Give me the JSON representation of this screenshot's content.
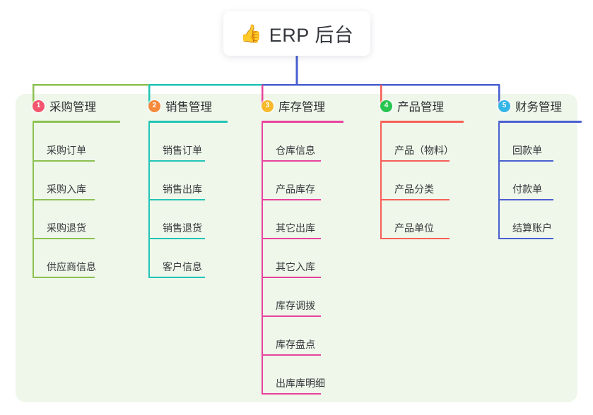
{
  "root": {
    "icon": "thumbs-up-icon",
    "icon_glyph": "👍",
    "title": "ERP 后台"
  },
  "panel": {
    "background_color": "#eef7ea"
  },
  "columns": [
    {
      "index": "1",
      "title": "采购管理",
      "color": "#8cc152",
      "badge_color": "#f5546e",
      "items": [
        "采购订单",
        "采购入库",
        "采购退货",
        "供应商信息"
      ]
    },
    {
      "index": "2",
      "title": "销售管理",
      "color": "#22c4b6",
      "badge_color": "#f58a3c",
      "items": [
        "销售订单",
        "销售出库",
        "销售退货",
        "客户信息"
      ]
    },
    {
      "index": "3",
      "title": "库存管理",
      "color": "#e8429c",
      "badge_color": "#f5b92a",
      "items": [
        "仓库信息",
        "产品库存",
        "其它出库",
        "其它入库",
        "库存调拨",
        "库存盘点",
        "出库库明细"
      ]
    },
    {
      "index": "4",
      "title": "产品管理",
      "color": "#f75f56",
      "badge_color": "#28c651",
      "items": [
        "产品（物料）",
        "产品分类",
        "产品单位"
      ]
    },
    {
      "index": "5",
      "title": "财务管理",
      "color": "#4a5fd0",
      "badge_color": "#35b6e8",
      "items": [
        "回款单",
        "付款单",
        "结算账户"
      ]
    }
  ],
  "connectors": {
    "trunk_color": "#4a5fd0",
    "bus_left_color": "#8cc152",
    "bus_mid_color": "#22c4b6",
    "bus_right_color": "#4a5fd0"
  }
}
